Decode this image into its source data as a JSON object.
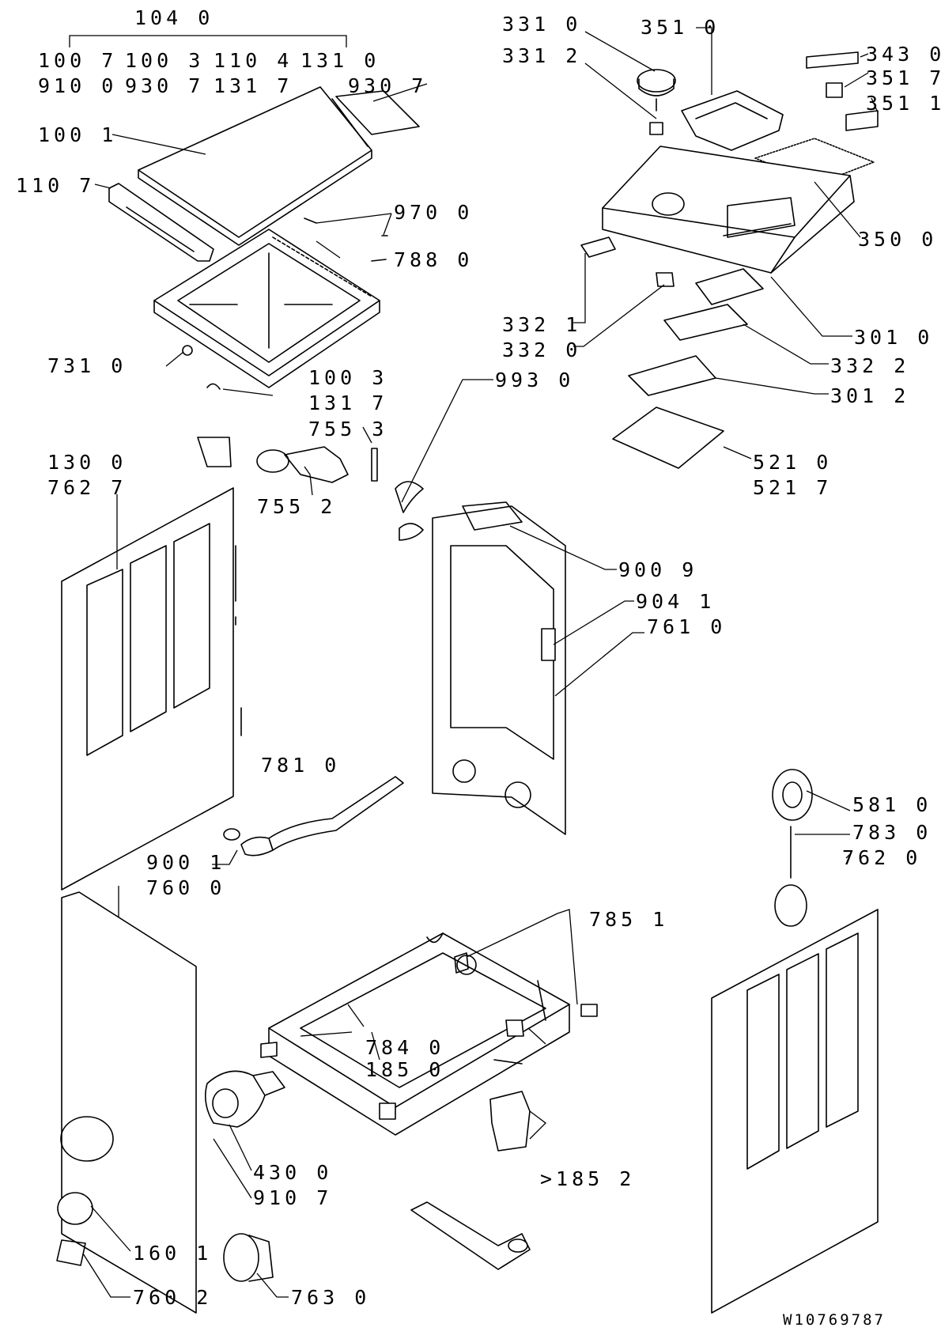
{
  "labels": {
    "l_1040": "104 0",
    "l_1007": "100 7",
    "l_1003a": "100 3",
    "l_1104": "110 4",
    "l_1310": "131 0",
    "l_9100": "910 0",
    "l_9307a": "930 7",
    "l_1317a": "131 7",
    "l_9307b": "930 7",
    "l_1001": "100 1",
    "l_1107": "110 7",
    "l_9700": "970 0",
    "l_7880": "788 0",
    "l_7310": "731 0",
    "l_1003b": "100 3",
    "l_1317b": "131 7",
    "l_7553": "755 3",
    "l_7552": "755 2",
    "l_1300": "130 0",
    "l_7627a": "762 7",
    "l_3310": "331 0",
    "l_3312": "331 2",
    "l_3510": "351 0",
    "l_3430": "343 0",
    "l_3517": "351 7",
    "l_3511": "351 1",
    "l_3500": "350 0",
    "l_3010": "301 0",
    "l_3321": "332 1",
    "l_3320": "332 0",
    "l_3322": "332 2",
    "l_3012": "301 2",
    "l_9930": "993 0",
    "l_5210": "521 0",
    "l_5217": "521 7",
    "l_9009": "900 9",
    "l_9041": "904 1",
    "l_7610": "761 0",
    "l_7810": "781 0",
    "l_9001": "900 1",
    "l_7600": "760 0",
    "l_5810": "581 0",
    "l_7830": "783 0",
    "l_7620": "762 0",
    "l_7851": "785 1",
    "l_7840": "784 0",
    "l_1850": "185 0",
    "l_1852": ">185 2",
    "l_4300": "430 0",
    "l_9107": "910 7",
    "l_1601": "160 1",
    "l_7602": "760 2",
    "l_7630": "763 0"
  },
  "drawing_code": "W10769787"
}
